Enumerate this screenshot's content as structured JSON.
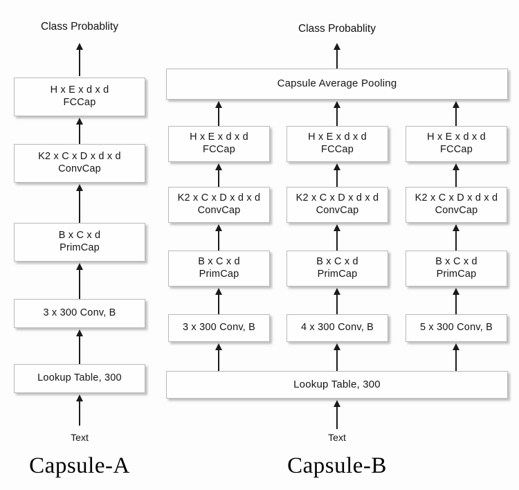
{
  "diagram": {
    "title_a": "Capsule-A",
    "title_b": "Capsule-B",
    "input_label": "Text",
    "output_label": "Class Probablity"
  },
  "capsule_a": {
    "caption": "Capsule-A",
    "output_label": "Class Probablity",
    "input_label": "Text",
    "blocks": [
      {
        "line1": "H x E x d x d",
        "line2": "FCCap"
      },
      {
        "line1": "K2 x C x D x d x d",
        "line2": "ConvCap"
      },
      {
        "line1": "B x C x d",
        "line2": "PrimCap"
      },
      {
        "line1": "3 x 300 Conv, B",
        "line2": ""
      },
      {
        "line1": "Lookup Table, 300",
        "line2": ""
      }
    ]
  },
  "capsule_b": {
    "caption": "Capsule-B",
    "output_label": "Class Probablity",
    "input_label": "Text",
    "pooling_label": "Capsule Average Pooling",
    "lookup_label": "Lookup Table, 300",
    "branches": [
      {
        "fccap_line1": "H x E x d x d",
        "fccap_line2": "FCCap",
        "convcap_line1": "K2 x C x D x d x d",
        "convcap_line2": "ConvCap",
        "primcap_line1": "B x C x d",
        "primcap_line2": "PrimCap",
        "conv_label": "3 x 300 Conv, B"
      },
      {
        "fccap_line1": "H x E x d x d",
        "fccap_line2": "FCCap",
        "convcap_line1": "K2 x C x D x d x d",
        "convcap_line2": "ConvCap",
        "primcap_line1": "B x C x d",
        "primcap_line2": "PrimCap",
        "conv_label": "4 x 300 Conv, B"
      },
      {
        "fccap_line1": "H x E x d x d",
        "fccap_line2": "FCCap",
        "convcap_line1": "K2 x C x D x d x d",
        "convcap_line2": "ConvCap",
        "primcap_line1": "B x C x d",
        "primcap_line2": "PrimCap",
        "conv_label": "5 x 300 Conv, B"
      }
    ]
  }
}
